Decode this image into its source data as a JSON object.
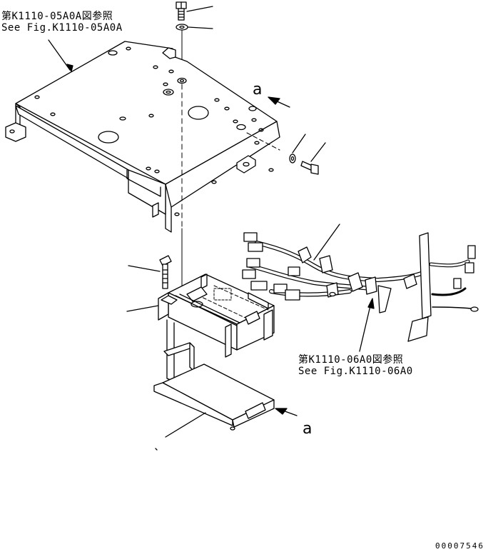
{
  "references": {
    "top": {
      "line1": "第K1110-05A0A図参照",
      "line2": "See Fig.K1110-05A0A"
    },
    "harness": {
      "line1": "第K1110-06A0図参照",
      "line2": "See Fig.K1110-06A0"
    }
  },
  "view_arrows": {
    "upper": "a",
    "lower": "a"
  },
  "document_number": "00007546"
}
